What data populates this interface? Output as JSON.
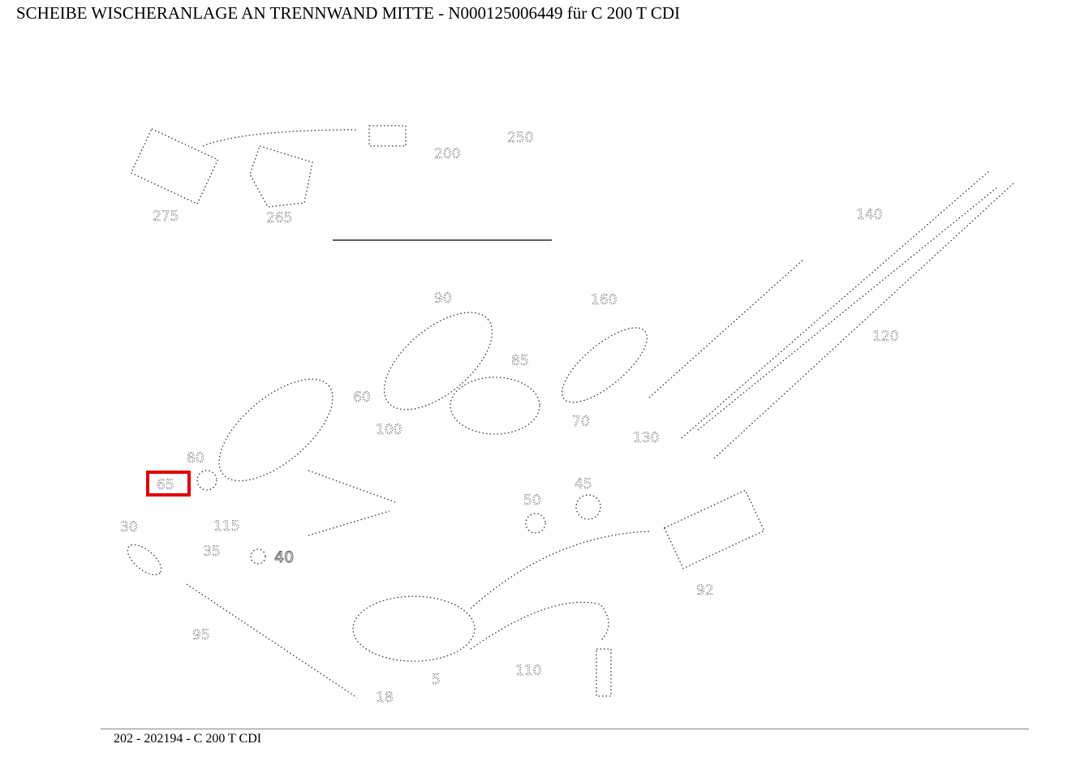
{
  "title": "SCHEIBE WISCHERANLAGE AN TRENNWAND MITTE - N000125006449 für C 200 T CDI",
  "footer": "202 - 202194 - C 200 T CDI",
  "highlight_color": "#e00000",
  "highlighted_label": "65",
  "labels": [
    "275",
    "265",
    "200",
    "250",
    "140",
    "90",
    "160",
    "85",
    "70",
    "130",
    "60",
    "100",
    "80",
    "50",
    "65",
    "30",
    "40",
    "35",
    "110",
    "45",
    "92",
    "95",
    "5",
    "115",
    "18",
    "120"
  ]
}
